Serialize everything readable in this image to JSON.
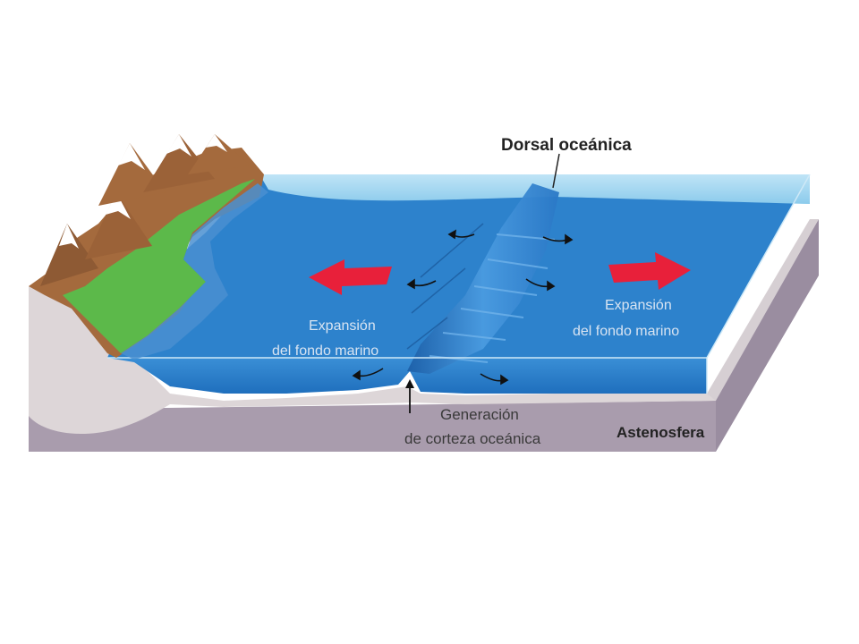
{
  "diagram": {
    "labels": {
      "ridge": "Dorsal oceánica",
      "left_spreading": [
        "Expansión",
        "del fondo marino"
      ],
      "right_spreading": [
        "Expansión",
        "del fondo marino"
      ],
      "generation": [
        "Generación",
        "de corteza oceánica"
      ],
      "asthenosphere": "Astenosfera"
    },
    "colors": {
      "ocean": "#2f7fc9",
      "ocean_surface": "#9fd3ef",
      "mantle": "#a99cad",
      "crust": "#ddd6d8",
      "land_green": "#5cb94a",
      "rock": "#a46a3d",
      "snow": "#ffffff",
      "arrow_red": "#e8203a"
    }
  }
}
